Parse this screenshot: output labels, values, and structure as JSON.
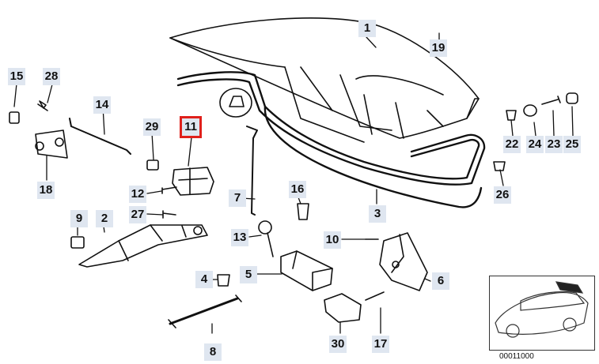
{
  "callouts": {
    "c1": "1",
    "c19": "19",
    "c15": "15",
    "c28": "28",
    "c14": "14",
    "c29": "29",
    "c11": "11",
    "c18": "18",
    "c22": "22",
    "c24": "24",
    "c23": "23",
    "c25": "25",
    "c26": "26",
    "c7": "7",
    "c16": "16",
    "c12": "12",
    "c3": "3",
    "c27": "27",
    "c9": "9",
    "c2": "2",
    "c13": "13",
    "c10": "10",
    "c6": "6",
    "c5": "5",
    "c4": "4",
    "c8": "8",
    "c30": "30",
    "c17": "17"
  },
  "highlighted_part": "11",
  "highlight_color": "#e0201b",
  "label_bg_color": "#dfe6f0",
  "reference_number": "00011000"
}
